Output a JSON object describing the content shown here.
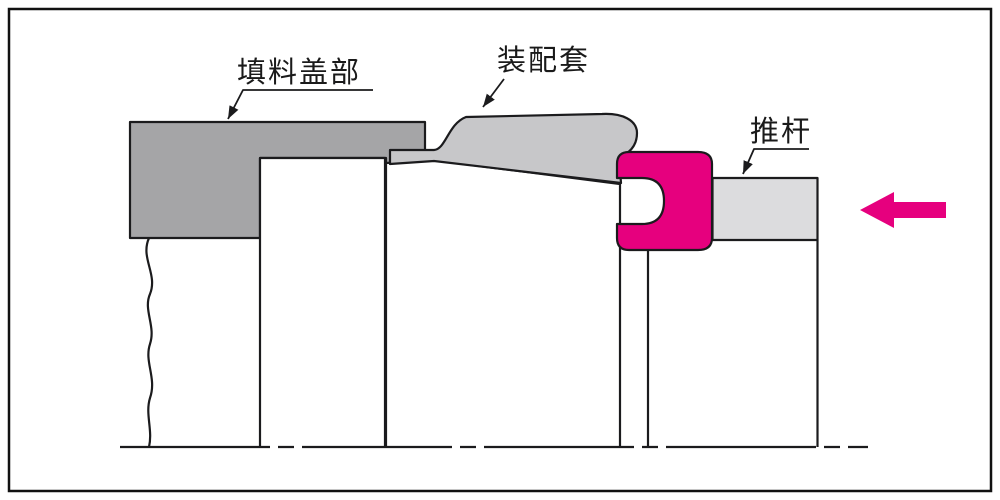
{
  "diagram": {
    "type": "technical-cross-section",
    "labels": {
      "packing_cover": "填料盖部",
      "assembly_sleeve": "装配套",
      "push_rod": "推杆"
    },
    "colors": {
      "seal_magenta": "#e6007e",
      "arrow_magenta": "#e6007e",
      "cover_gray": "#a5a5a7",
      "sleeve_gray": "#c7c7c9",
      "rod_gray": "#dcdcde",
      "line_black": "#1b1b1d",
      "background": "#ffffff"
    }
  }
}
